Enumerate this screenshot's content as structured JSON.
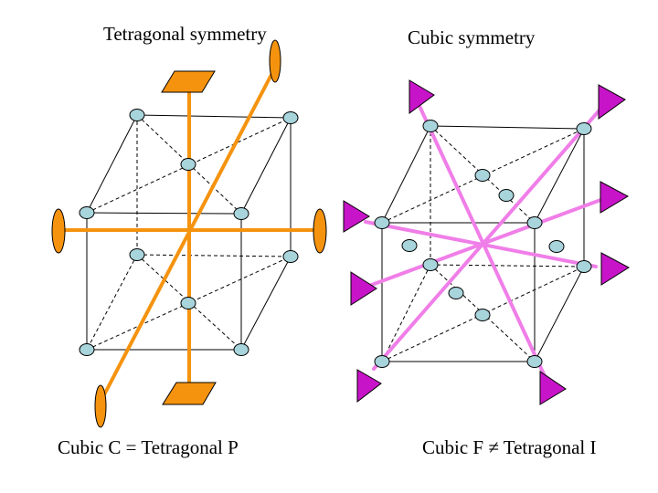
{
  "left_panel": {
    "title": "Tetragonal symmetry",
    "caption": "Cubic C = Tetragonal P",
    "axis_color": "#f5930f",
    "element_color": "#f5930f"
  },
  "right_panel": {
    "title": "Cubic symmetry",
    "caption": "Cubic F ≠ Tetragonal I",
    "axis_color": "#f07ee8",
    "element_color": "#c814c8"
  },
  "atom_color": "#a8d4dc",
  "icons": [
    "twofold-ellipse-icon",
    "fourfold-parallelogram-icon",
    "threefold-triangle-icon"
  ]
}
